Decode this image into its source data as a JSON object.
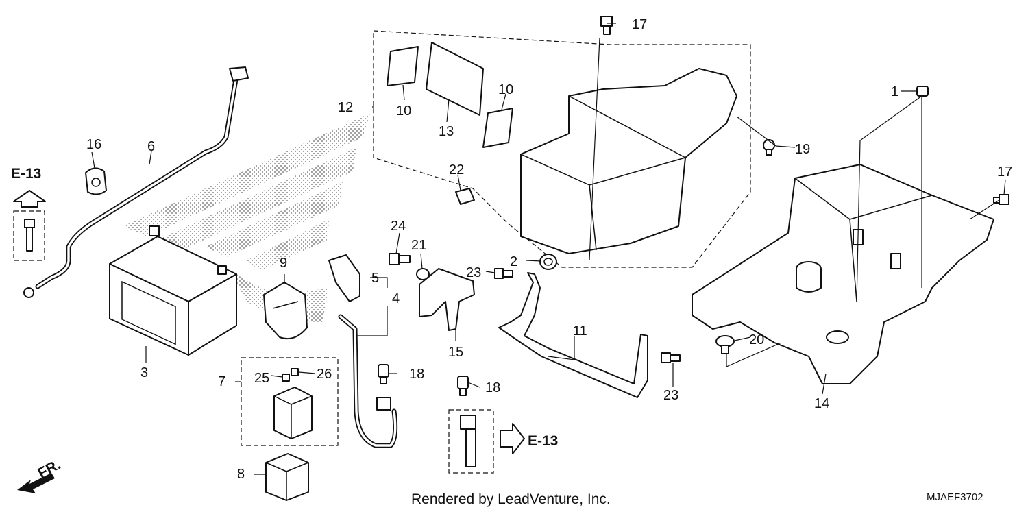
{
  "diagram": {
    "callouts": [
      {
        "id": "c1",
        "text": "1"
      },
      {
        "id": "c2",
        "text": "2"
      },
      {
        "id": "c3",
        "text": "3"
      },
      {
        "id": "c4",
        "text": "4"
      },
      {
        "id": "c5",
        "text": "5"
      },
      {
        "id": "c6",
        "text": "6"
      },
      {
        "id": "c7",
        "text": "7"
      },
      {
        "id": "c8",
        "text": "8"
      },
      {
        "id": "c9",
        "text": "9"
      },
      {
        "id": "c10a",
        "text": "10"
      },
      {
        "id": "c10b",
        "text": "10"
      },
      {
        "id": "c11",
        "text": "11"
      },
      {
        "id": "c12",
        "text": "12"
      },
      {
        "id": "c13",
        "text": "13"
      },
      {
        "id": "c14",
        "text": "14"
      },
      {
        "id": "c15",
        "text": "15"
      },
      {
        "id": "c16",
        "text": "16"
      },
      {
        "id": "c17a",
        "text": "17"
      },
      {
        "id": "c17b",
        "text": "17"
      },
      {
        "id": "c18a",
        "text": "18"
      },
      {
        "id": "c18b",
        "text": "18"
      },
      {
        "id": "c19",
        "text": "19"
      },
      {
        "id": "c20",
        "text": "20"
      },
      {
        "id": "c21",
        "text": "21"
      },
      {
        "id": "c22",
        "text": "22"
      },
      {
        "id": "c23a",
        "text": "23"
      },
      {
        "id": "c23b",
        "text": "23"
      },
      {
        "id": "c24",
        "text": "24"
      },
      {
        "id": "c25",
        "text": "25"
      },
      {
        "id": "c26",
        "text": "26"
      }
    ],
    "section_refs": [
      {
        "id": "ref-top-left",
        "text": "E-13"
      },
      {
        "id": "ref-bottom",
        "text": "E-13"
      }
    ],
    "direction_label": "FR.",
    "footer": {
      "credit": "Rendered by LeadVenture, Inc.",
      "code": "MJAEF3702"
    }
  }
}
